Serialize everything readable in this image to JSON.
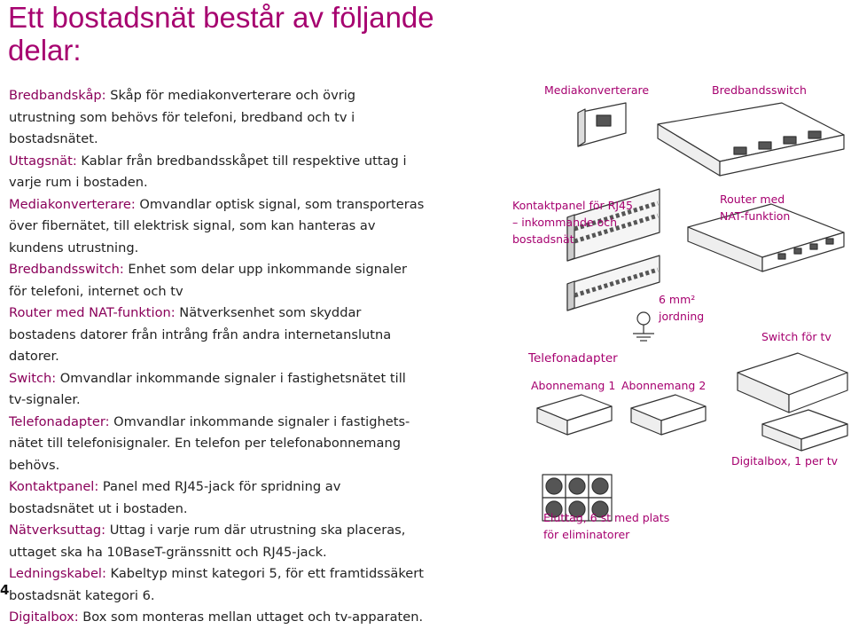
{
  "title": "Ett bostadsnät består av följande delar:",
  "definitions": [
    {
      "term": "Bredbandskåp:",
      "text": " Skåp för mediakonverterare och övrig utrustning som behövs för telefoni, bredband och tv i bostadsnätet."
    },
    {
      "term": "Uttagsnät:",
      "text": " Kablar från bredbandsskåpet till respektive uttag i varje rum i bostaden."
    },
    {
      "term": "Mediakonverterare:",
      "text": " Omvandlar optisk signal, som transporteras över fibernätet, till elektrisk signal, som kan hanteras av kundens utrustning."
    },
    {
      "term": "Bredbandsswitch:",
      "text": " Enhet som delar upp inkommande signaler för telefoni, internet och tv"
    },
    {
      "term": "Router med NAT-funktion:",
      "text": " Nätverksenhet som skyddar bostadens datorer från intrång från andra internetanslutna datorer."
    },
    {
      "term": "Switch:",
      "text": " Omvandlar inkommande signaler i fastighetsnätet till tv-signaler."
    },
    {
      "term": "Telefonadapter:",
      "text": " Omvandlar inkommande signaler i fastighets-nätet till telefonisignaler. En telefon per telefonabonnemang behövs."
    },
    {
      "term": "Kontaktpanel:",
      "text": " Panel med RJ45-jack för spridning av bostadsnätet ut i bostaden."
    },
    {
      "term": "Nätverksuttag:",
      "text": " Uttag i varje rum där utrustning ska placeras, uttaget ska ha 10BaseT-gränssnitt och RJ45-jack."
    },
    {
      "term": "Ledningskabel:",
      "text": " Kabeltyp minst kategori 5, för ett framtidssäkert bostadsnät kategori 6."
    },
    {
      "term": "Digitalbox:",
      "text": " Box som monteras mellan uttaget och tv-apparaten."
    }
  ],
  "page_number": "4",
  "diagram": {
    "mediakonverterare": "Mediakonverterare",
    "bredbandsswitch": "Bredbandsswitch",
    "kontaktpanel_1": "Kontaktpanel för RJ45",
    "kontaktpanel_2": "– inkommande och",
    "kontaktpanel_3": "bostadsnät",
    "router_1": "Router med",
    "router_2": "NAT-funktion",
    "grounding_1": "6 mm²",
    "grounding_2": "jordning",
    "switch_tv": "Switch för tv",
    "telefonadapter": "Telefonadapter",
    "abonnemang_1": "Abonnemang 1",
    "abonnemang_2": "Abonnemang 2",
    "digitalbox": "Digitalbox, 1 per tv",
    "eluttag_1": "Eluttag, 6 st med plats",
    "eluttag_2": "för eliminatorer"
  },
  "colors": {
    "accent": "#a6006f",
    "text": "#222222",
    "line": "#333333"
  }
}
